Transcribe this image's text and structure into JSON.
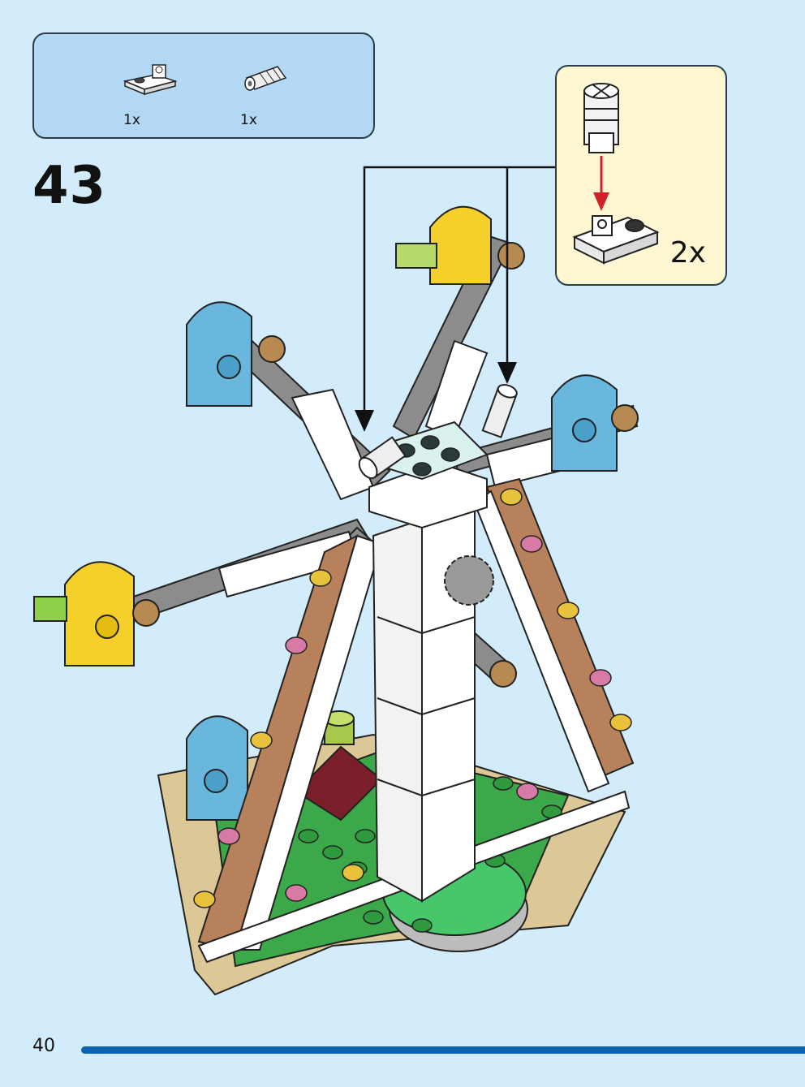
{
  "parts": [
    {
      "icon": "plate-with-clip-icon",
      "quantity": "1x"
    },
    {
      "icon": "axle-connector-icon",
      "quantity": "1x"
    }
  ],
  "step": "43",
  "callout": {
    "multiplier": "2x"
  },
  "page": {
    "number": "40",
    "progress": 1.0
  },
  "colors": {
    "background": "#d3ecfb",
    "parts_box": "#b3d8f4",
    "callout": "#fff7d1",
    "progress_bar": "#0b63b0"
  }
}
